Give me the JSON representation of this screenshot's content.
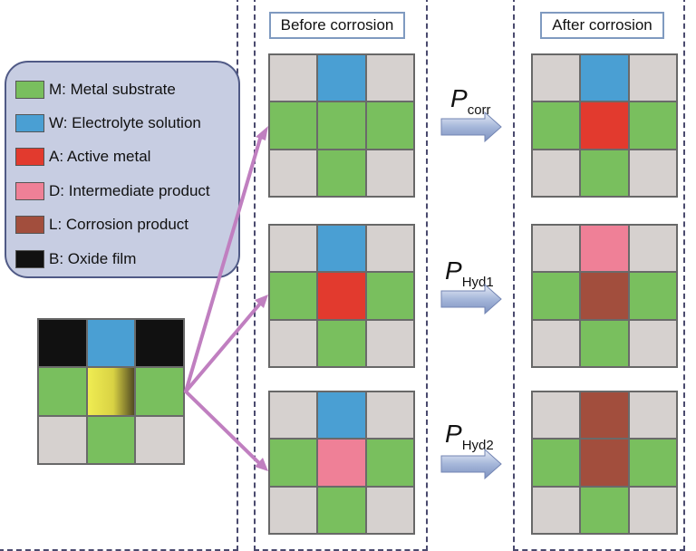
{
  "colors": {
    "M": "#79bf5e",
    "W": "#4a9fd3",
    "A": "#e23a2e",
    "D": "#ef8097",
    "L": "#a24e3d",
    "B": "#111111",
    "G": "#d6d1cf",
    "Y": "#e6e14a",
    "arrow": "#c07fc0",
    "right_arrow": "#a6b7da"
  },
  "headers": {
    "before": "Before corrosion",
    "after": "After corrosion"
  },
  "legend": [
    {
      "key": "M",
      "label": "M: Metal substrate"
    },
    {
      "key": "W",
      "label": "W: Electrolyte solution"
    },
    {
      "key": "A",
      "label": "A: Active metal"
    },
    {
      "key": "D",
      "label": "D: Intermediate product"
    },
    {
      "key": "L",
      "label": "L: Corrosion product"
    },
    {
      "key": "B",
      "label": "B: Oxide film"
    }
  ],
  "source_grid": [
    "B",
    "W",
    "B",
    "M",
    "Y",
    "M",
    "G",
    "M",
    "G"
  ],
  "before_grids": [
    [
      "G",
      "W",
      "G",
      "M",
      "M",
      "M",
      "G",
      "M",
      "G"
    ],
    [
      "G",
      "W",
      "G",
      "M",
      "A",
      "M",
      "G",
      "M",
      "G"
    ],
    [
      "G",
      "W",
      "G",
      "M",
      "D",
      "M",
      "G",
      "M",
      "G"
    ]
  ],
  "after_grids": [
    [
      "G",
      "W",
      "G",
      "M",
      "A",
      "M",
      "G",
      "M",
      "G"
    ],
    [
      "G",
      "D",
      "G",
      "M",
      "L",
      "M",
      "G",
      "M",
      "G"
    ],
    [
      "G",
      "L",
      "G",
      "M",
      "L",
      "M",
      "G",
      "M",
      "G"
    ]
  ],
  "probabilities": [
    {
      "main": "P",
      "sub": "corr"
    },
    {
      "main": "P",
      "sub": "Hyd1"
    },
    {
      "main": "P",
      "sub": "Hyd2"
    }
  ]
}
